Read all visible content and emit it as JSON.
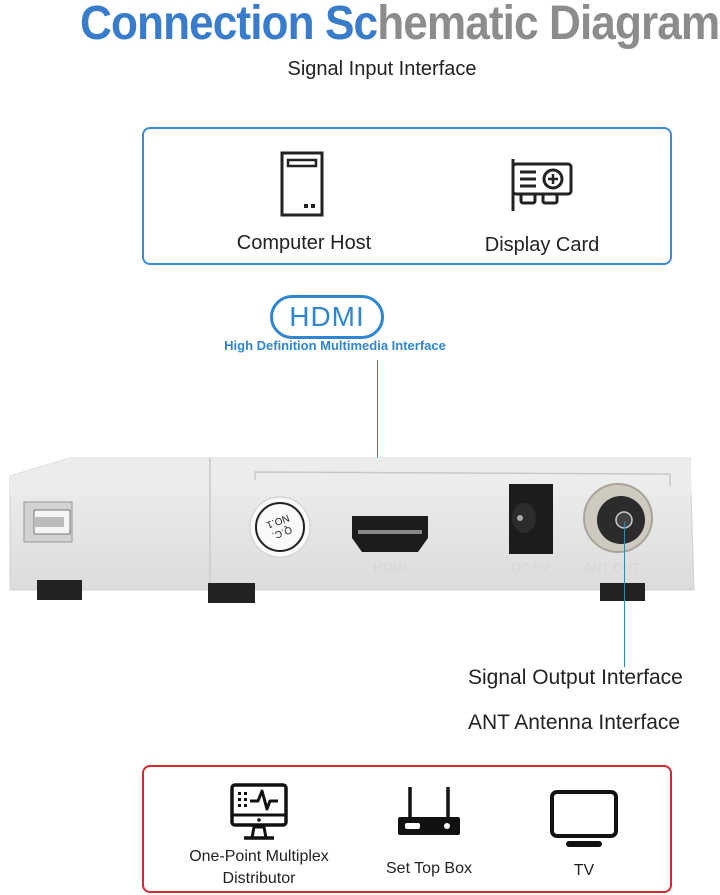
{
  "header": {
    "title_part_blue": "Connection Sc",
    "title_part_gray": "hematic Diagram",
    "subtitle": "Signal Input Interface"
  },
  "input_box": {
    "items": [
      {
        "label": "Computer Host",
        "icon": "computer-tower-icon"
      },
      {
        "label": "Display Card",
        "icon": "graphics-card-icon"
      }
    ],
    "border_color": "#3b8ad6"
  },
  "hdmi": {
    "badge": "HDMI",
    "description": "High Definition Multimedia Interface",
    "color": "#2f86d3"
  },
  "device": {
    "ports": [
      {
        "name": "USB",
        "label": ""
      },
      {
        "name": "QC sticker",
        "label": "Q.C. NO.1"
      },
      {
        "name": "HDMI",
        "label": "HDMI"
      },
      {
        "name": "DC",
        "label": "DC 5V"
      },
      {
        "name": "ANT",
        "label": "ANT OUT"
      }
    ]
  },
  "output": {
    "signal_label": "Signal Output Interface",
    "ant_label": "ANT Antenna Interface"
  },
  "output_box": {
    "items": [
      {
        "label_line1": "One-Point Multiplex",
        "label_line2": "Distributor",
        "icon": "monitor-waveform-icon"
      },
      {
        "label": "Set Top Box",
        "icon": "router-box-icon"
      },
      {
        "label": "TV",
        "icon": "tv-icon"
      }
    ],
    "border_color": "#d6282f"
  }
}
